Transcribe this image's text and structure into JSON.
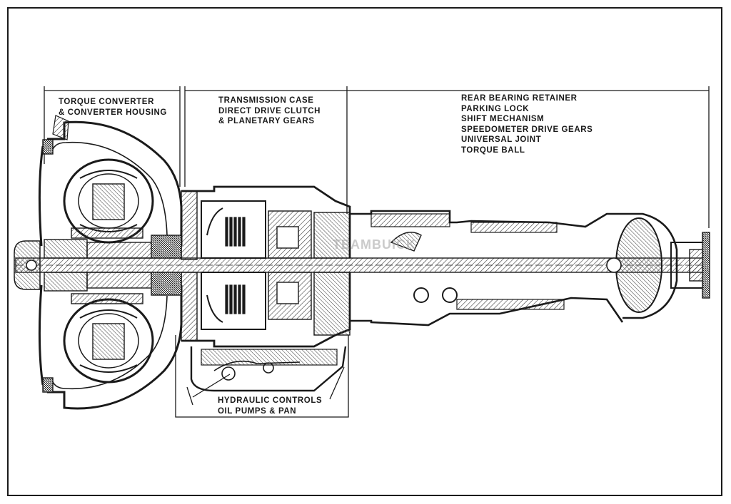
{
  "labels": {
    "torque_converter": [
      "TORQUE CONVERTER",
      "& CONVERTER HOUSING"
    ],
    "transmission_case": [
      "TRANSMISSION CASE",
      "DIRECT DRIVE CLUTCH",
      "& PLANETARY GEARS"
    ],
    "rear_bearing": [
      "REAR BEARING RETAINER",
      "PARKING LOCK",
      "SHIFT MECHANISM",
      "SPEEDOMETER DRIVE GEARS",
      "UNIVERSAL JOINT",
      "TORQUE BALL"
    ],
    "hydraulic": [
      "HYDRAULIC CONTROLS",
      "OIL PUMPS & PAN"
    ]
  },
  "watermark": "TEAMBUICK",
  "colors": {
    "ink": "#1a1a1a",
    "hatch": "#3a3a3a",
    "paper": "#ffffff"
  }
}
